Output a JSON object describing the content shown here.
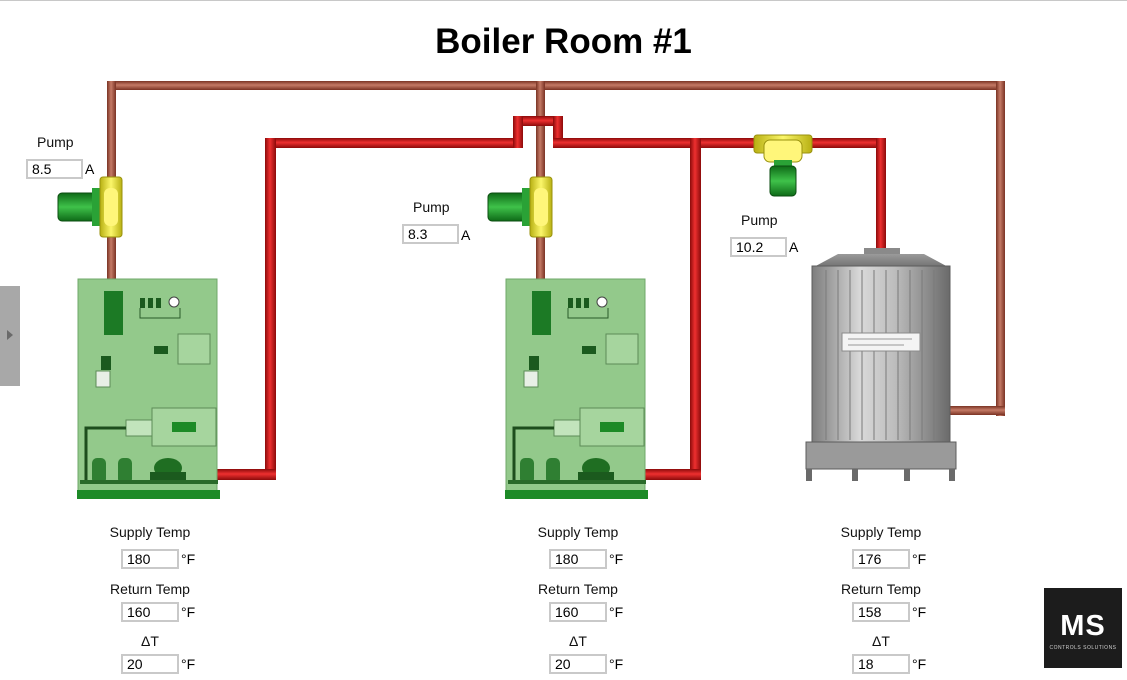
{
  "title": "Boiler Room #1",
  "pumps": [
    {
      "label": "Pump",
      "value": "8.5",
      "unit": "A"
    },
    {
      "label": "Pump",
      "value": "8.3",
      "unit": "A"
    },
    {
      "label": "Pump",
      "value": "10.2",
      "unit": "A"
    }
  ],
  "units": [
    {
      "supply_label": "Supply Temp",
      "supply": "180",
      "return_label": "Return Temp",
      "return": "160",
      "delta_label": "ΔT",
      "delta": "20",
      "unit": "°F"
    },
    {
      "supply_label": "Supply Temp",
      "supply": "180",
      "return_label": "Return Temp",
      "return": "160",
      "delta_label": "ΔT",
      "delta": "20",
      "unit": "°F"
    },
    {
      "supply_label": "Supply Temp",
      "supply": "176",
      "return_label": "Return Temp",
      "return": "158",
      "delta_label": "ΔT",
      "delta": "18",
      "unit": "°F"
    }
  ],
  "logo": {
    "mark": "MS",
    "tagline": "CONTROLS SOLUTIONS"
  },
  "colors": {
    "supply_pipe": "#c81414",
    "return_pipe": "#a9503d",
    "pump_body": "#f0ea2a",
    "pump_motor": "#1f9a2a",
    "boiler_cabinet": "#93c98b"
  }
}
